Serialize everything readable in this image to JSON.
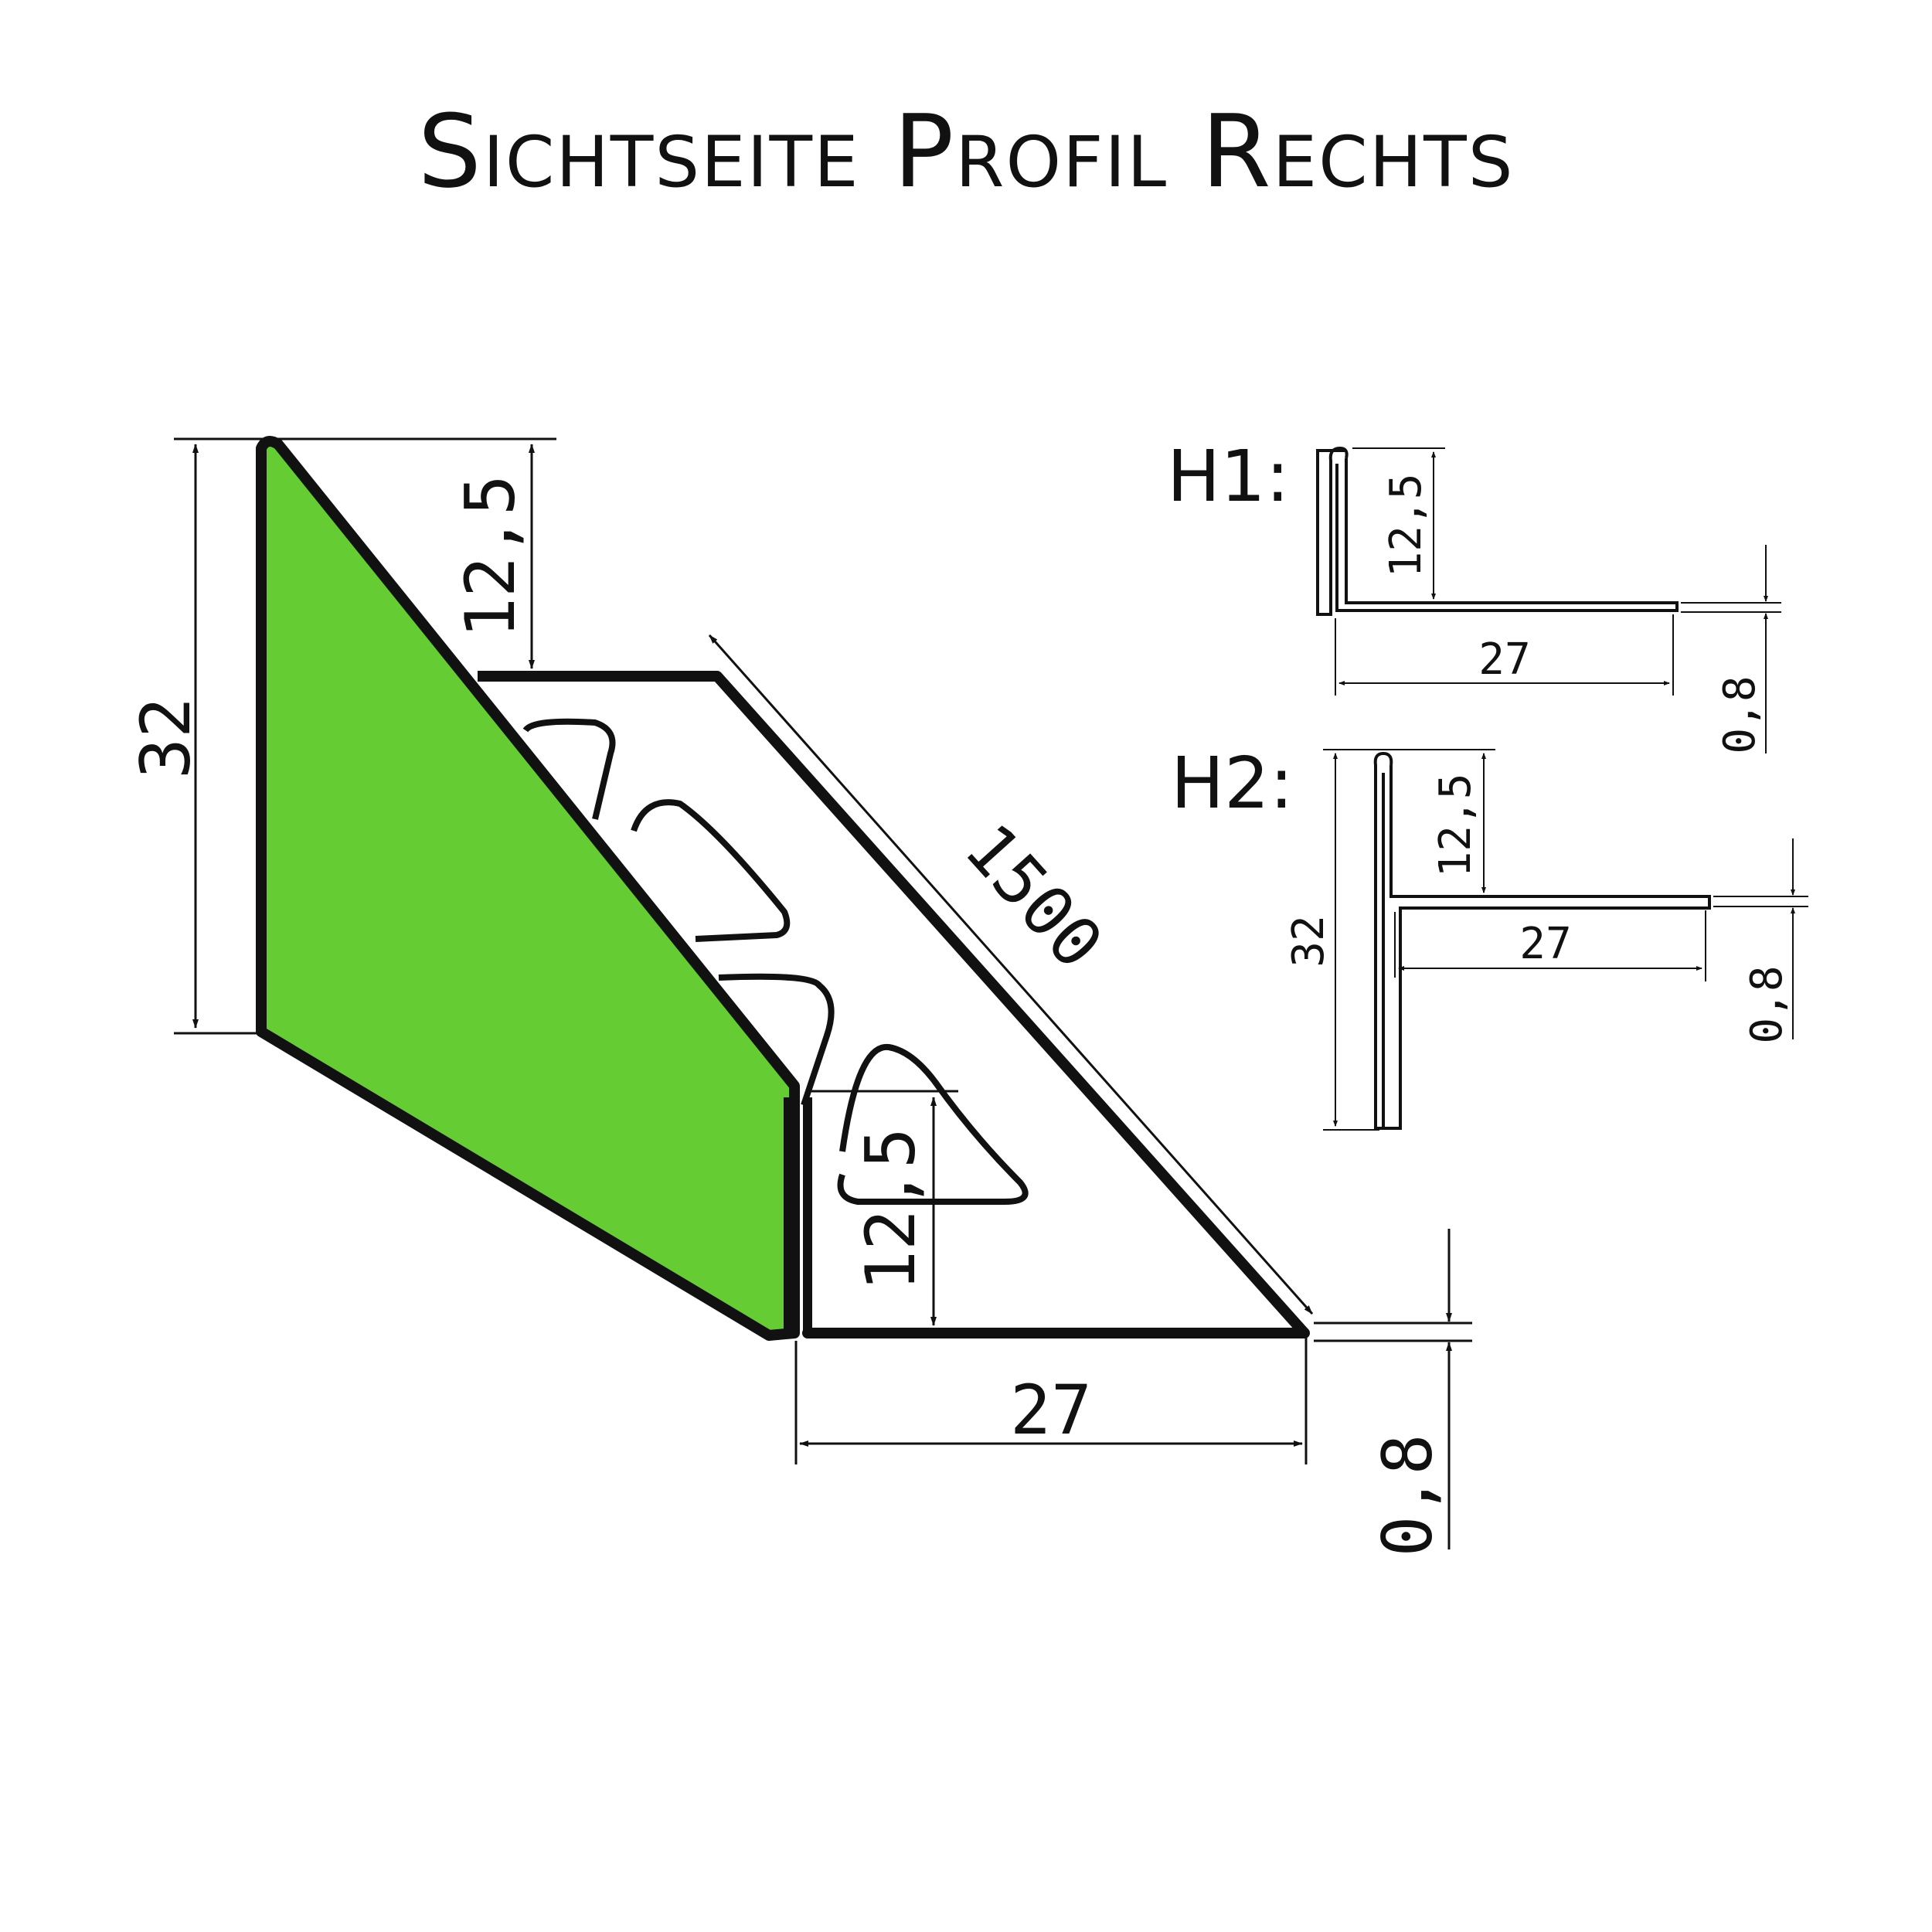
{
  "title": "Sichtseite Profil Rechts",
  "colors": {
    "face": "#66cc33",
    "ink": "#111111"
  },
  "main": {
    "height": "32",
    "visible_height_top": "12,5",
    "visible_height_bottom": "12,5",
    "width": "27",
    "length": "1500",
    "thickness": "0,8"
  },
  "h1": {
    "label": "H1:",
    "height": "12,5",
    "width": "27",
    "thickness": "0,8"
  },
  "h2": {
    "label": "H2:",
    "total_height": "32",
    "height": "12,5",
    "width": "27",
    "thickness": "0,8"
  }
}
